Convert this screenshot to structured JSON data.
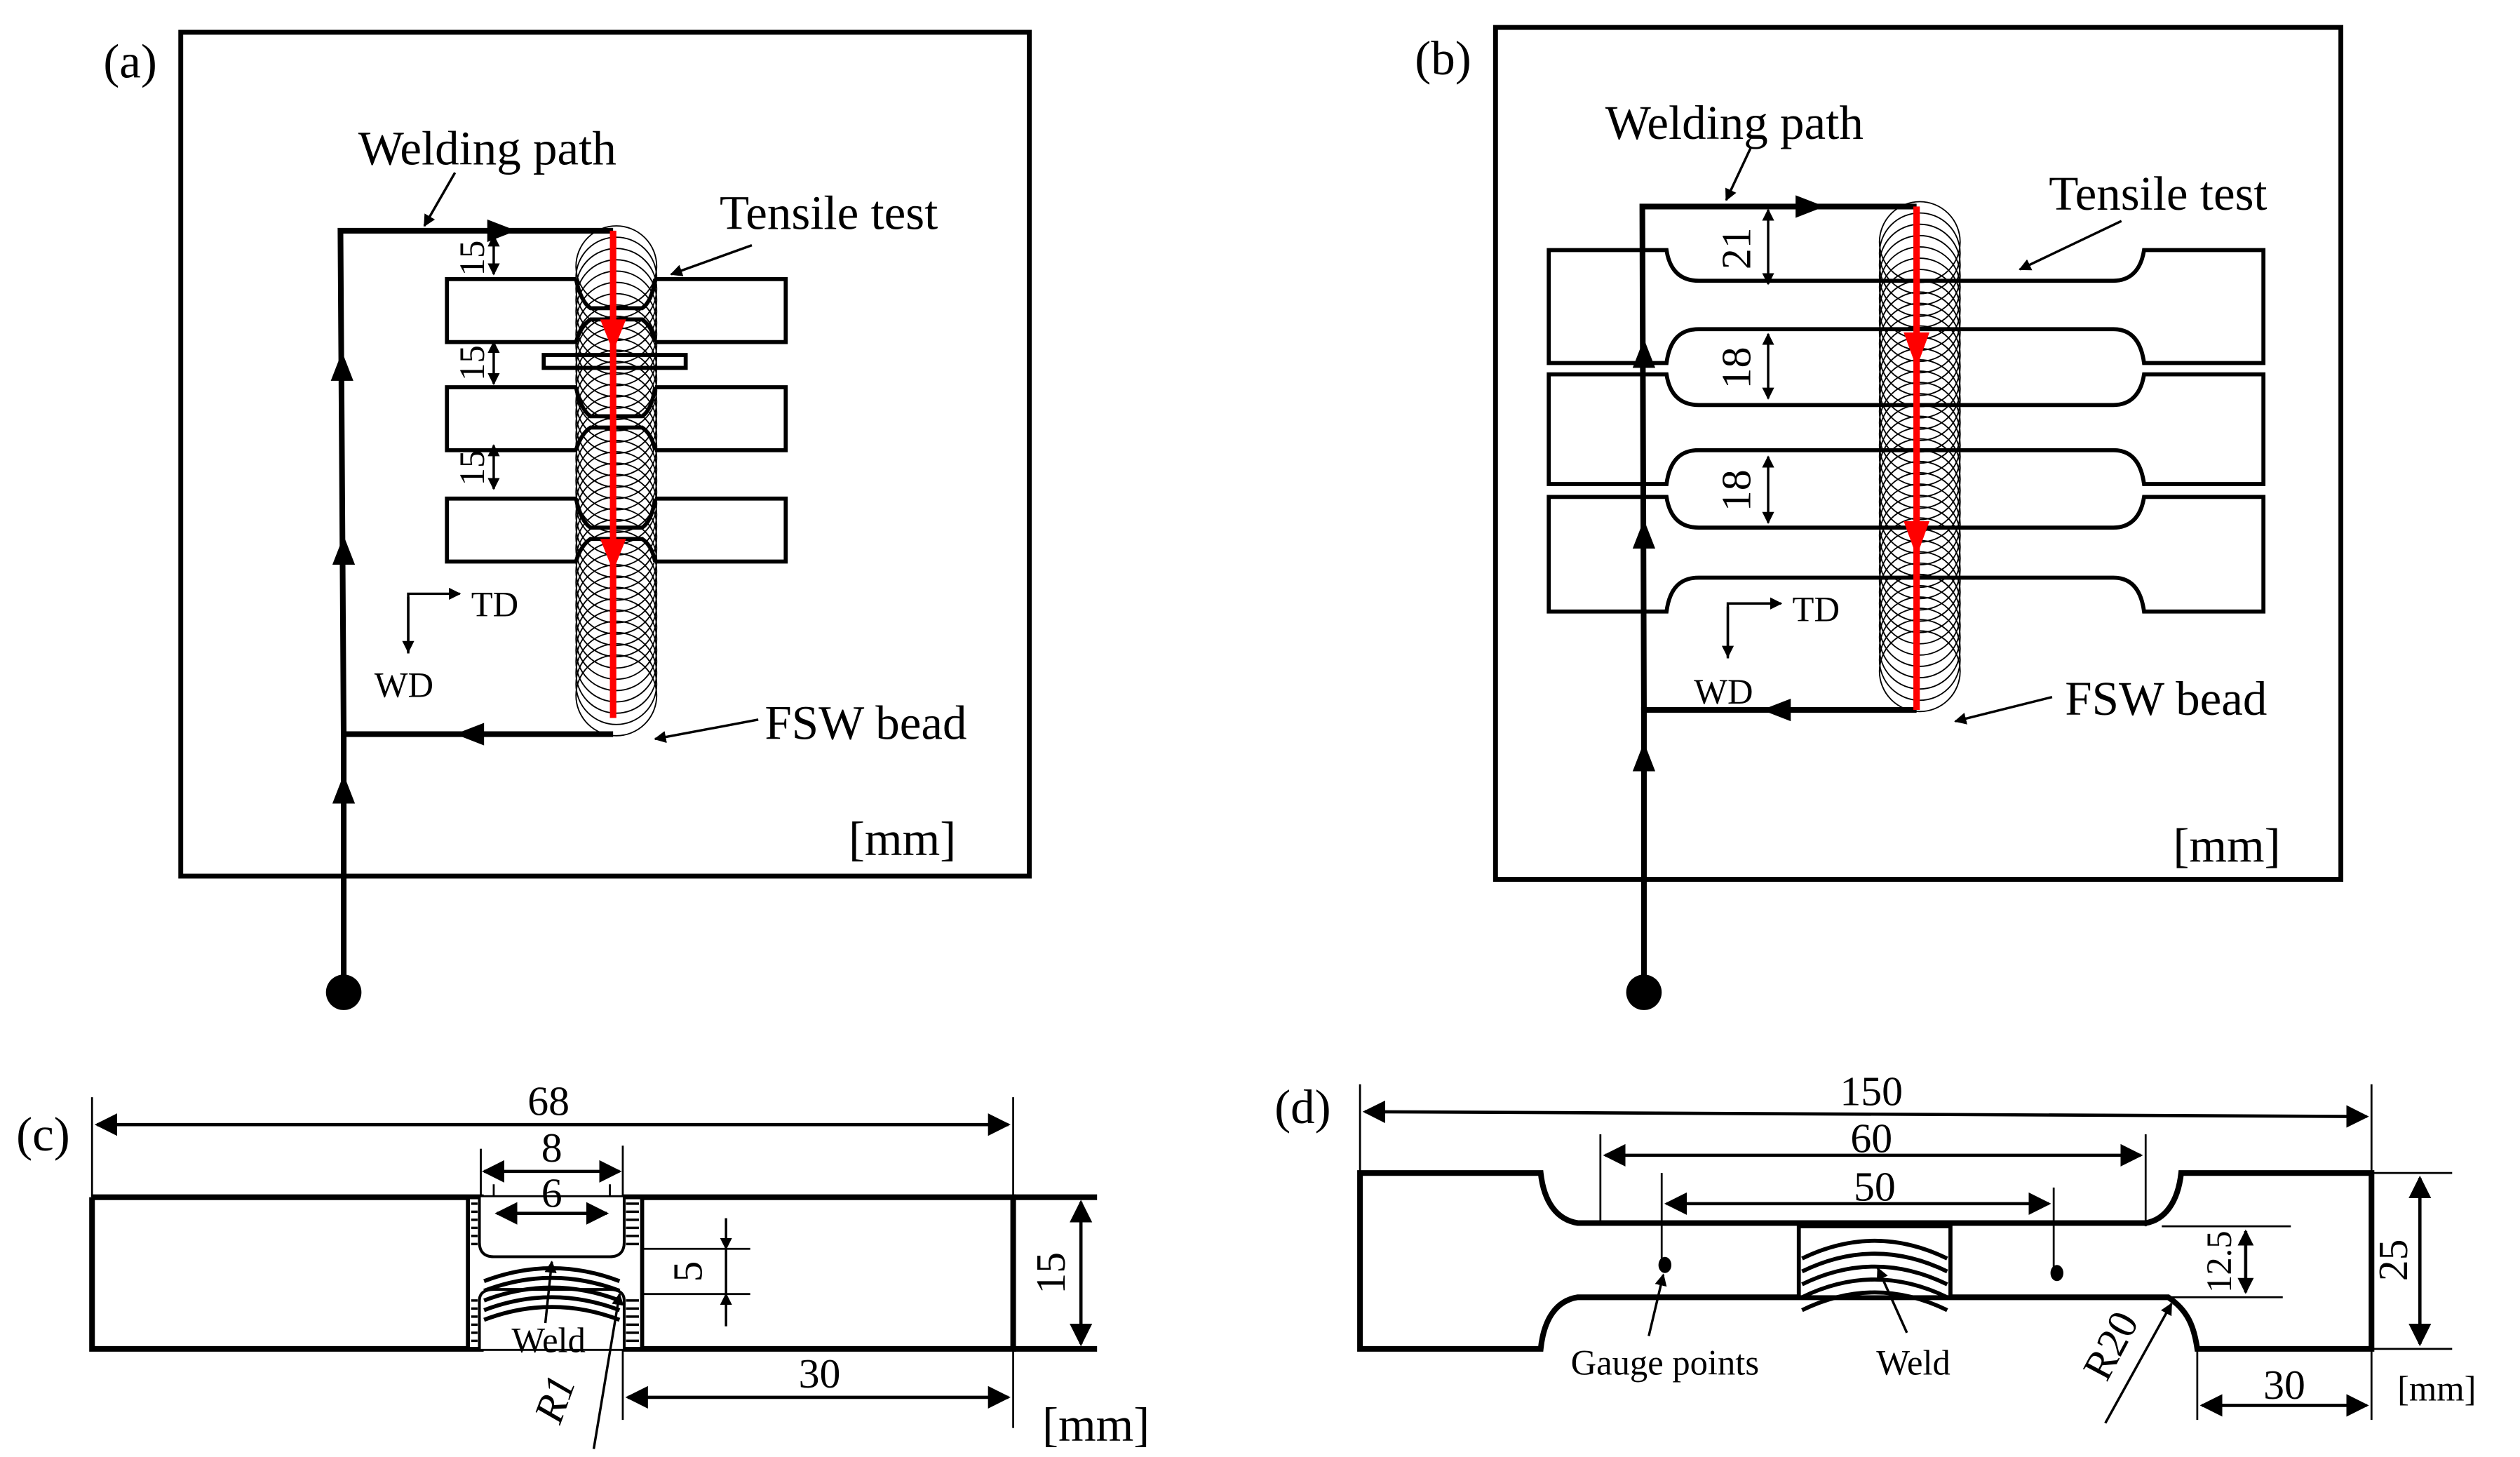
{
  "figure": {
    "colors": {
      "line": "#000000",
      "path_red": "#ff0000",
      "background": "#ffffff"
    },
    "panels": [
      {
        "id": "a",
        "label": "(a)",
        "welding_path_label": "Welding path",
        "tensile_label": "Tensile test",
        "bead_label": "FSW bead",
        "unit_label": "[mm]",
        "td_label": "TD",
        "wd_label": "WD",
        "specimen_count": 3,
        "spacing_dims": [
          "15",
          "15",
          "15"
        ]
      },
      {
        "id": "b",
        "label": "(b)",
        "welding_path_label": "Welding path",
        "tensile_label": "Tensile test",
        "bead_label": "FSW bead",
        "unit_label": "[mm]",
        "td_label": "TD",
        "wd_label": "WD",
        "specimen_count": 3,
        "spacing_dims": [
          "21",
          "18",
          "18"
        ]
      },
      {
        "id": "c",
        "label": "(c)",
        "dims": {
          "overall_length": "68",
          "outer_notch": "8",
          "inner_notch": "6",
          "ligament": "5",
          "width": "15",
          "grip": "30",
          "radius": "R1"
        },
        "weld_label": "Weld",
        "unit_label": "[mm]"
      },
      {
        "id": "d",
        "label": "(d)",
        "dims": {
          "overall_length": "150",
          "reduced_length": "60",
          "gauge_length": "50",
          "reduced_width": "12.5",
          "width": "25",
          "grip": "30",
          "radius": "R20"
        },
        "gauge_label": "Gauge points",
        "weld_label": "Weld",
        "unit_label": "[mm]"
      }
    ]
  }
}
